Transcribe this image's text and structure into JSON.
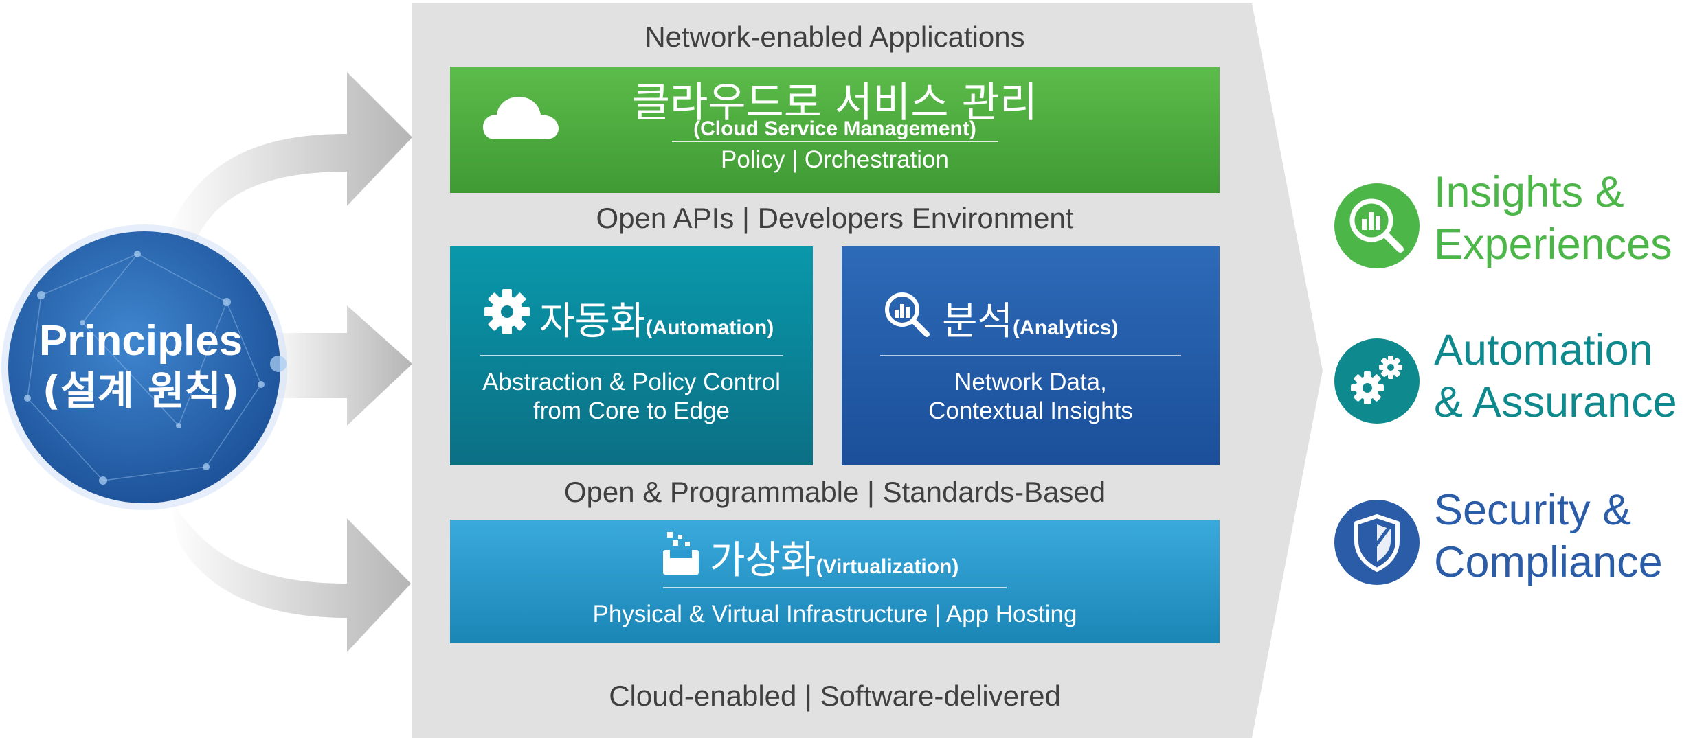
{
  "colors": {
    "green": "#4caf3f",
    "teal": "#0b8a9c",
    "blue": "#2558a4",
    "sky": "#2a9ad0",
    "panel": "#e1e1e1",
    "label_gray": "#404040",
    "insights_green": "#4cb648",
    "automation_teal": "#0e8a8f",
    "security_blue": "#2b5ca8"
  },
  "principles": {
    "title": "Principles",
    "subtitle": "(설계 원칙)"
  },
  "panel": {
    "top_label": "Network-enabled Applications",
    "apis_label": "Open APIs | Developers Environment",
    "programmable_label": "Open & Programmable | Standards-Based",
    "bottom_label": "Cloud-enabled | Software-delivered"
  },
  "cloud_box": {
    "icon": "cloud-icon",
    "title_ko": "클라우드로 서비스 관리",
    "title_en": "(Cloud Service Management)",
    "detail": "Policy | Orchestration"
  },
  "automation_box": {
    "icon": "gear-icon",
    "title_ko": "자동화",
    "title_en": "(Automation)",
    "detail_line1": "Abstraction & Policy Control",
    "detail_line2": "from Core to Edge"
  },
  "analytics_box": {
    "icon": "magnifier-chart-icon",
    "title_ko": "분석",
    "title_en": "(Analytics)",
    "detail_line1": "Network Data,",
    "detail_line2": "Contextual Insights"
  },
  "virtualization_box": {
    "icon": "cubes-icon",
    "title_ko": "가상화",
    "title_en": "(Virtualization)",
    "detail": "Physical & Virtual Infrastructure | App Hosting"
  },
  "outcomes": [
    {
      "icon": "magnifier-chart-icon",
      "line1": "Insights &",
      "line2": "Experiences"
    },
    {
      "icon": "gears-icon",
      "line1": "Automation",
      "line2": "& Assurance"
    },
    {
      "icon": "shield-icon",
      "line1": "Security &",
      "line2": "Compliance"
    }
  ]
}
